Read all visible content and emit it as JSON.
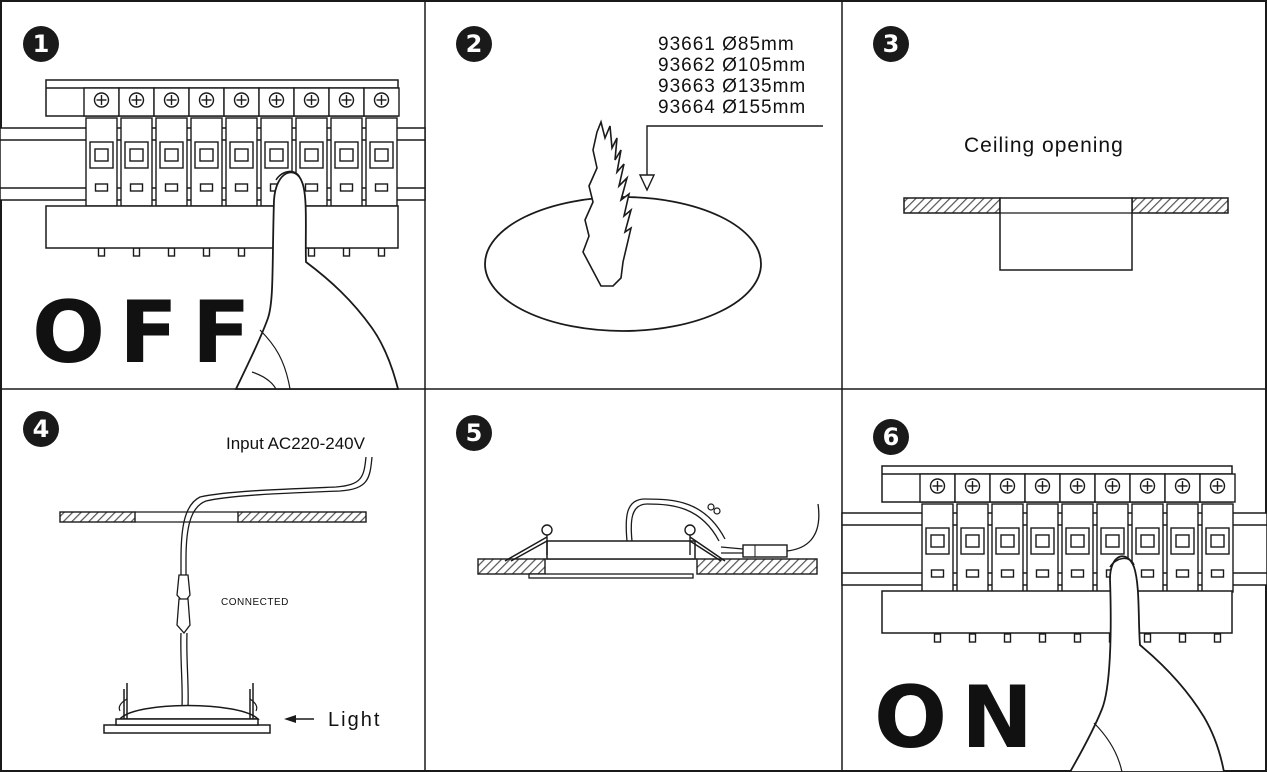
{
  "steps": [
    {
      "number": "1",
      "status": "OFF"
    },
    {
      "number": "2",
      "sizes": [
        "93661  Ø85mm",
        "93662  Ø105mm",
        "93663  Ø135mm",
        "93664  Ø155mm"
      ]
    },
    {
      "number": "3",
      "label": "Ceiling opening"
    },
    {
      "number": "4",
      "input_label": "Input AC220-240V",
      "connected_label": "CONNECTED",
      "light_label": "Light"
    },
    {
      "number": "5"
    },
    {
      "number": "6",
      "status": "ON"
    }
  ],
  "colors": {
    "line": "#1a1a1a",
    "hatch": "#555555",
    "background": "#ffffff"
  },
  "icons": [
    "breaker-panel-icon",
    "hand-icon",
    "saw-icon",
    "circle-cutout-icon",
    "ceiling-section-icon",
    "downlight-icon",
    "arrow-icon"
  ]
}
